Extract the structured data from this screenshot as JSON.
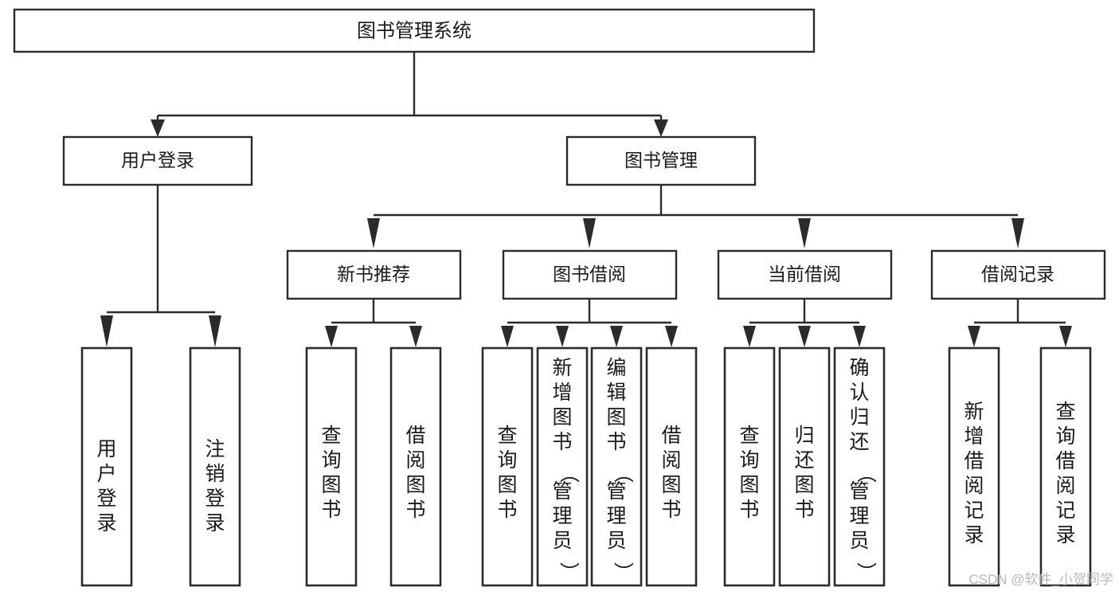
{
  "diagram": {
    "type": "tree-hierarchy-chart",
    "title": "图书管理系统",
    "orientation": "top-down",
    "colors": {
      "stroke": "#2b2b2b",
      "box_fill": "#ffffff",
      "text": "#1a1a1a",
      "background": "#ffffff",
      "watermark": "#b9b9b9"
    },
    "levels": 4
  },
  "root": {
    "label": "图书管理系统"
  },
  "level2": [
    {
      "label": "用户登录"
    },
    {
      "label": "图书管理"
    }
  ],
  "level3": [
    {
      "label": "新书推荐"
    },
    {
      "label": "图书借阅"
    },
    {
      "label": "当前借阅"
    },
    {
      "label": "借阅记录"
    }
  ],
  "leaves": {
    "user_login": [
      {
        "label": "用户登录"
      },
      {
        "label": "注销登录"
      }
    ],
    "new_book_recommend": [
      {
        "label": "查询图书"
      },
      {
        "label": "借阅图书"
      }
    ],
    "book_borrow": [
      {
        "label": "查询图书"
      },
      {
        "label": "新增图书（管理员）"
      },
      {
        "label": "编辑图书（管理员）"
      },
      {
        "label": "借阅图书"
      }
    ],
    "current_borrow": [
      {
        "label": "查询图书"
      },
      {
        "label": "归还图书"
      },
      {
        "label": "确认归还（管理员）"
      }
    ],
    "borrow_record": [
      {
        "label": "新增借阅记录"
      },
      {
        "label": "查询借阅记录"
      }
    ]
  },
  "watermark": {
    "text": "CSDN @软件_小贺同学"
  }
}
